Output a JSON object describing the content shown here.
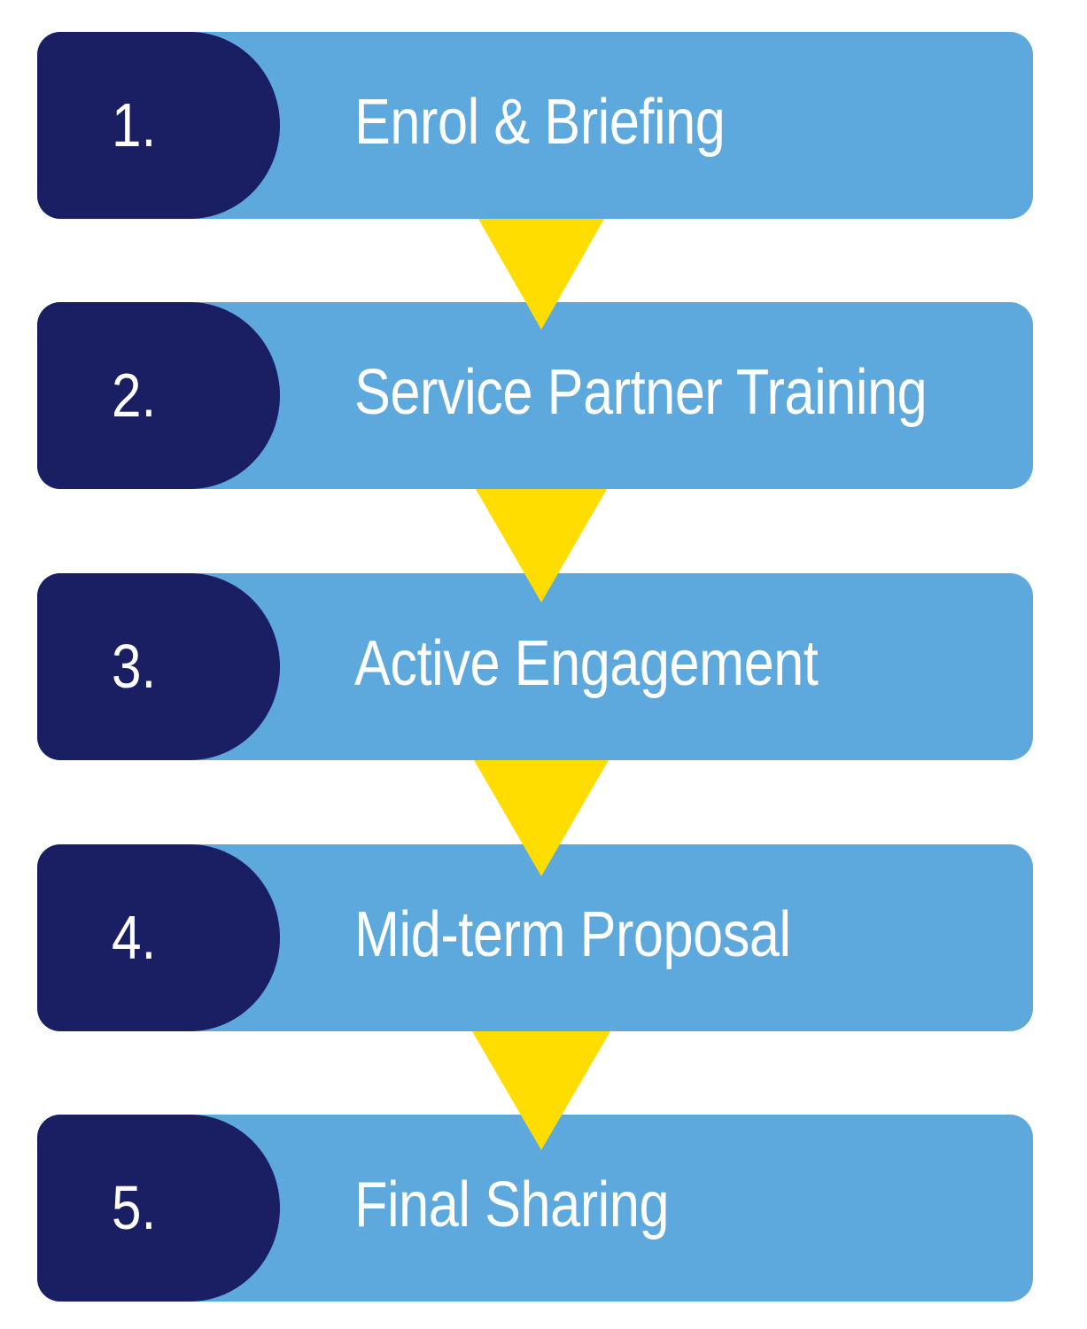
{
  "diagram": {
    "type": "vertical-process-flow",
    "colors": {
      "step_background": "#5DA8DC",
      "badge_background": "#1A1E63",
      "arrow": "#FFDD00",
      "text": "#FFFFFF",
      "page_background": "#FFFFFF"
    },
    "steps": [
      {
        "number": "1.",
        "label": "Enrol & Briefing"
      },
      {
        "number": "2.",
        "label": "Service Partner Training"
      },
      {
        "number": "3.",
        "label": "Active Engagement"
      },
      {
        "number": "4.",
        "label": "Mid-term Proposal"
      },
      {
        "number": "5.",
        "label": "Final Sharing"
      }
    ],
    "connectors": [
      {
        "from": "1.",
        "to": "2.",
        "icon": "down-triangle-arrow"
      },
      {
        "from": "2.",
        "to": "3.",
        "icon": "down-triangle-arrow"
      },
      {
        "from": "3.",
        "to": "4.",
        "icon": "down-triangle-arrow"
      },
      {
        "from": "4.",
        "to": "5.",
        "icon": "down-triangle-arrow"
      }
    ]
  }
}
